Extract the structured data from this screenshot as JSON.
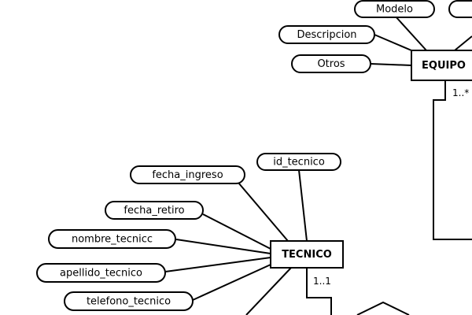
{
  "entities": {
    "equipo": "EQUIPO",
    "tecnico": "TECNICO"
  },
  "equipo_attributes": {
    "modelo": "Modelo",
    "descripcion": "Descripcion",
    "otros": "Otros"
  },
  "tecnico_attributes": {
    "id_tecnico": "id_tecnico",
    "fecha_ingreso": "fecha_ingreso",
    "fecha_retiro": "fecha_retiro",
    "nombre_tecnico": "nombre_tecnicc",
    "apellido_tecnico": "apellido_tecnico",
    "telefono_tecnico": "telefono_tecnico"
  },
  "cardinalities": {
    "equipo": "1..*",
    "tecnico": "1..1"
  }
}
